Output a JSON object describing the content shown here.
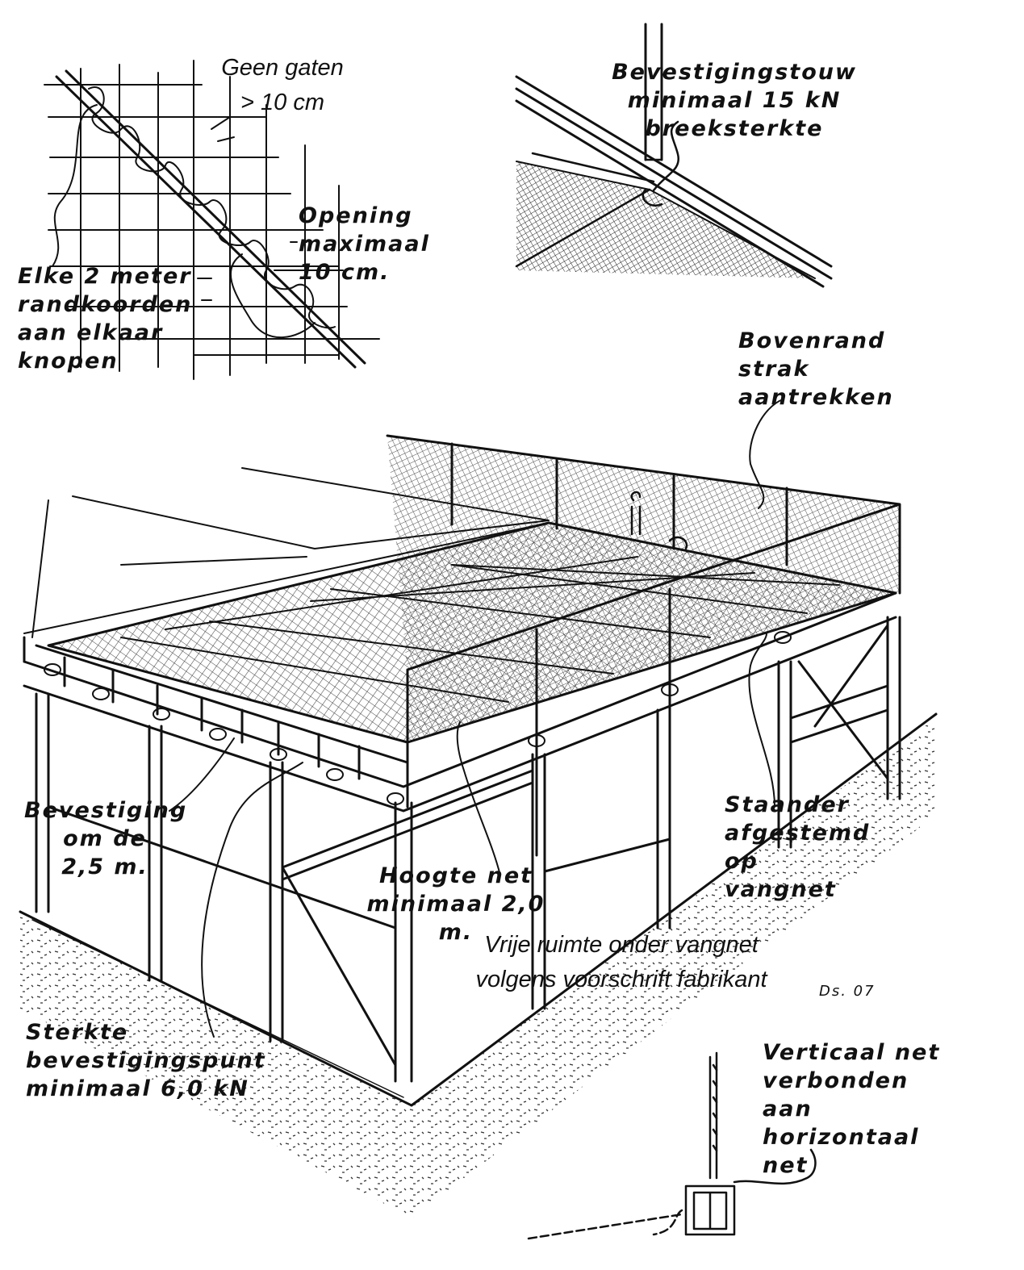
{
  "labels": {
    "no_holes": "Geen gaten\n> 10 cm",
    "opening": "Opening\nmaximaal\n10 cm.",
    "knots": "Elke 2 meter\nrandkoorden\naan elkaar\nknopen",
    "rope": "Bevestigingstouw\nminimaal 15 kN\nbreeksterkte",
    "top_edge": "Bovenrand\nstrak\naantrekken",
    "fastening": "Bevestiging\nom de\n2,5 m.",
    "net_height": "Hoogte net\nminimaal 2,0 m.",
    "post": "Staander\nafgestemd\nop\nvangnet",
    "free_space": "Vrije ruimte onder vangnet\nvolgens voorschrift fabrikant",
    "signature": "Ds. 07",
    "strength": "Sterkte\nbevestigingspunt\nminimaal 6,0 kN",
    "vertical_net": "Verticaal net\nverbonden\naan\nhorizontaal\nnet"
  },
  "colors": {
    "ink": "#111111",
    "paper": "#ffffff"
  }
}
